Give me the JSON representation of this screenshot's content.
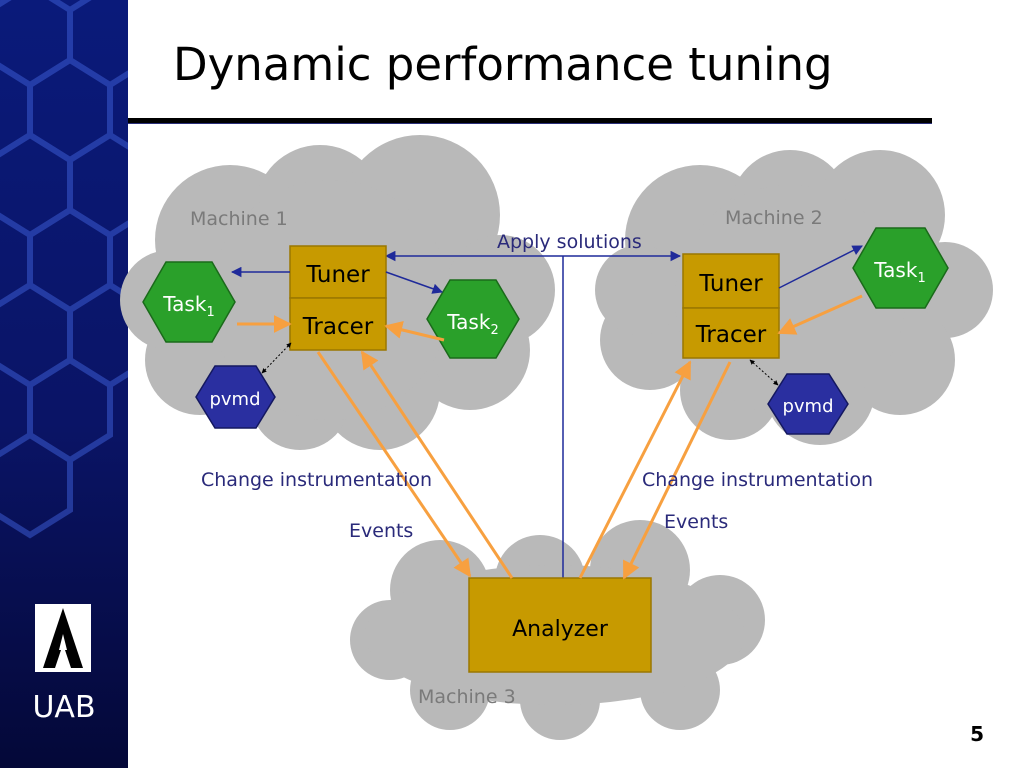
{
  "slide": {
    "title": "Dynamic performance tuning",
    "page_number": "5",
    "institution": "UAB"
  },
  "diagram": {
    "machines": {
      "m1": {
        "label": "Machine 1",
        "tuner": "Tuner",
        "tracer": "Tracer",
        "task_a": "Task",
        "task_a_sub": "1",
        "task_b": "Task",
        "task_b_sub": "2",
        "pvmd": "pvmd"
      },
      "m2": {
        "label": "Machine 2",
        "tuner": "Tuner",
        "tracer": "Tracer",
        "task_a": "Task",
        "task_a_sub": "1",
        "pvmd": "pvmd"
      },
      "m3": {
        "label": "Machine 3",
        "analyzer": "Analyzer"
      }
    },
    "labels": {
      "apply_solutions": "Apply solutions",
      "change_instr_left": "Change instrumentation",
      "change_instr_right": "Change instrumentation",
      "events_left": "Events",
      "events_right": "Events"
    },
    "colors": {
      "sidebar": "#050a50",
      "cloud": "#b9b9b9",
      "box": "#c79a00",
      "task": "#2aa02a",
      "pvmd": "#2a2fa0",
      "orange_arrow": "#f7a040",
      "blue_arrow": "#1f2a9a",
      "label_text": "#2a2a7a",
      "machine_text": "#7a7a7a"
    }
  }
}
